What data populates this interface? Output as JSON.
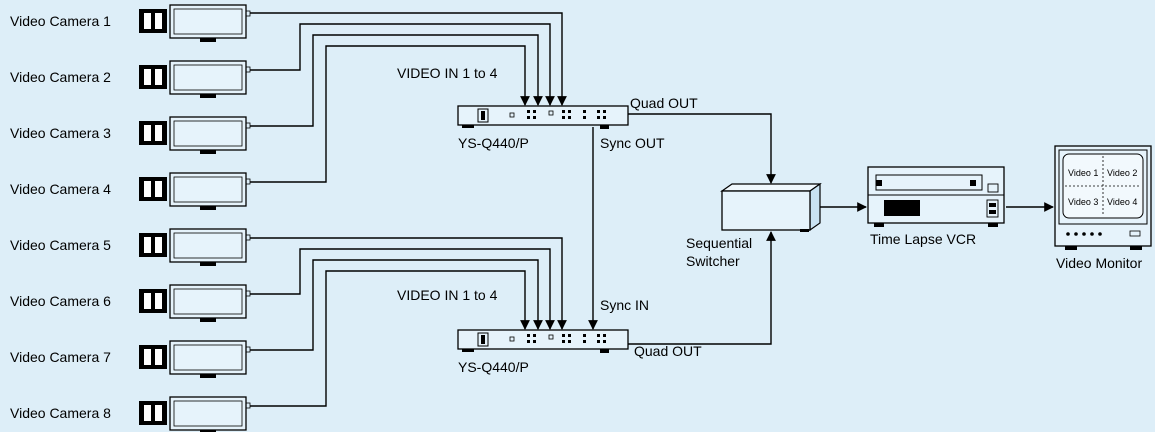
{
  "colors": {
    "background": "#ddeef8",
    "device_fill": "#e6f3fb",
    "line": "#000000"
  },
  "cameras": [
    {
      "label": "Video Camera 1"
    },
    {
      "label": "Video Camera 2"
    },
    {
      "label": "Video Camera 3"
    },
    {
      "label": "Video Camera 4"
    },
    {
      "label": "Video Camera 5"
    },
    {
      "label": "Video Camera 6"
    },
    {
      "label": "Video Camera 7"
    },
    {
      "label": "Video Camera 8"
    }
  ],
  "quads": [
    {
      "model": "YS-Q440/P",
      "input_label": "VIDEO IN 1 to 4",
      "output_label": "Quad OUT",
      "sync_label": "Sync OUT"
    },
    {
      "model": "YS-Q440/P",
      "input_label": "VIDEO IN 1 to 4",
      "output_label": "Quad OUT",
      "sync_label": "Sync IN"
    }
  ],
  "switcher": {
    "label_line1": "Sequential",
    "label_line2": "Switcher"
  },
  "vcr": {
    "label": "Time Lapse VCR"
  },
  "monitor": {
    "label": "Video Monitor",
    "quadrants": [
      "Video 1",
      "Video 2",
      "Video 3",
      "Video 4"
    ]
  }
}
